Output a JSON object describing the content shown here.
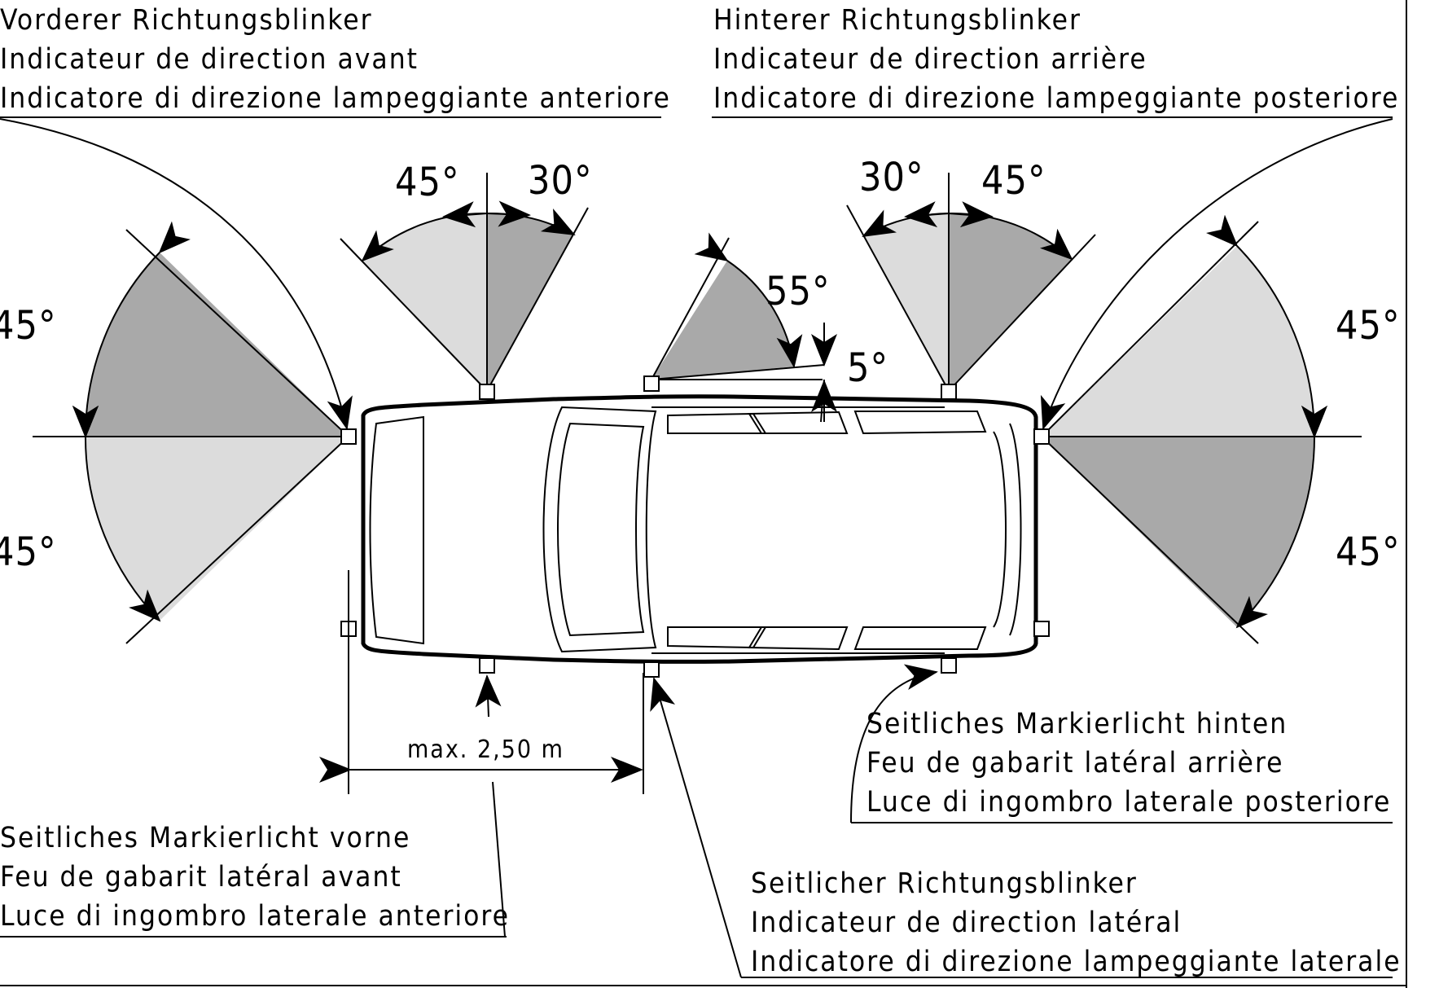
{
  "labels": {
    "front_indicator": [
      "Vorderer Richtungsblinker",
      "Indicateur de direction avant",
      "Indicatore di direzione lampeggiante anteriore"
    ],
    "rear_indicator": [
      "Hinterer Richtungsblinker",
      "Indicateur de direction arrière",
      "Indicatore di direzione lampeggiante posteriore"
    ],
    "side_marker_front": [
      "Seitliches Markierlicht vorne",
      "Feu de gabarit latéral avant",
      "Luce di ingombro laterale anteriore"
    ],
    "side_marker_rear": [
      "Seitliches Markierlicht hinten",
      "Feu de gabarit latéral arrière",
      "Luce di ingombro laterale posteriore"
    ],
    "side_indicator": [
      "Seitlicher Richtungsblinker",
      "Indicateur de direction latéral",
      "Indicatore di direzione lampeggiante laterale"
    ]
  },
  "angles": {
    "front_up": "45°",
    "front_down": "45°",
    "rear_up": "45°",
    "rear_down": "45°",
    "front_lamp_forward": "45°",
    "front_lamp_back": "30°",
    "rear_lamp_forward": "30°",
    "rear_lamp_back": "45°",
    "side_indicator_sweep": "55°",
    "side_indicator_offset": "5°"
  },
  "dimension": "max. 2,50 m",
  "colors": {
    "light_zone": "#dcdcdc",
    "dark_zone": "#a9a9a9",
    "line": "#000000"
  }
}
